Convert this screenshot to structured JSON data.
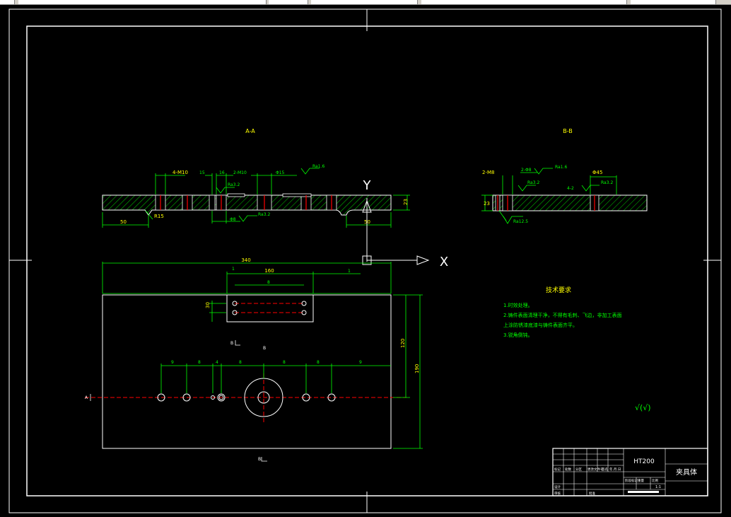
{
  "drawing": {
    "section_aa_label": "A-A",
    "section_bb_label": "B-B",
    "axis_y": "Y",
    "axis_x": "X",
    "dims": {
      "overall_width": "340",
      "overall_height": "190",
      "inner_height": "120",
      "slot_len": "160",
      "slot_pitch": "30",
      "section_thk": "23",
      "left_50": "50",
      "right_50": "50",
      "hole_4": "4-M10",
      "hole_2": "2-M8",
      "dia_45": "Φ45",
      "dim_2": "2-Φ8",
      "r15": "R15"
    },
    "tech_req": {
      "title": "技术要求",
      "lines": [
        "1.时效处理。",
        "2.铸件表面清理干净，不得有毛刺、飞边，非加工表面",
        "上涂防锈漆底漆与铸件表面齐平。",
        "3.锐角倒钝。"
      ]
    },
    "roughness_other": "√(√)",
    "title_block": {
      "material": "HT200",
      "part_name": "夹具体",
      "scale": "1:1",
      "row_labels": [
        "标记",
        "设计",
        "审核"
      ],
      "col_labels": [
        "处数",
        "分区",
        "更改文件号",
        "签名",
        "年.月.日"
      ],
      "stage_labels": [
        "阶段标记",
        "重量",
        "比例"
      ],
      "approve": "批准"
    }
  }
}
